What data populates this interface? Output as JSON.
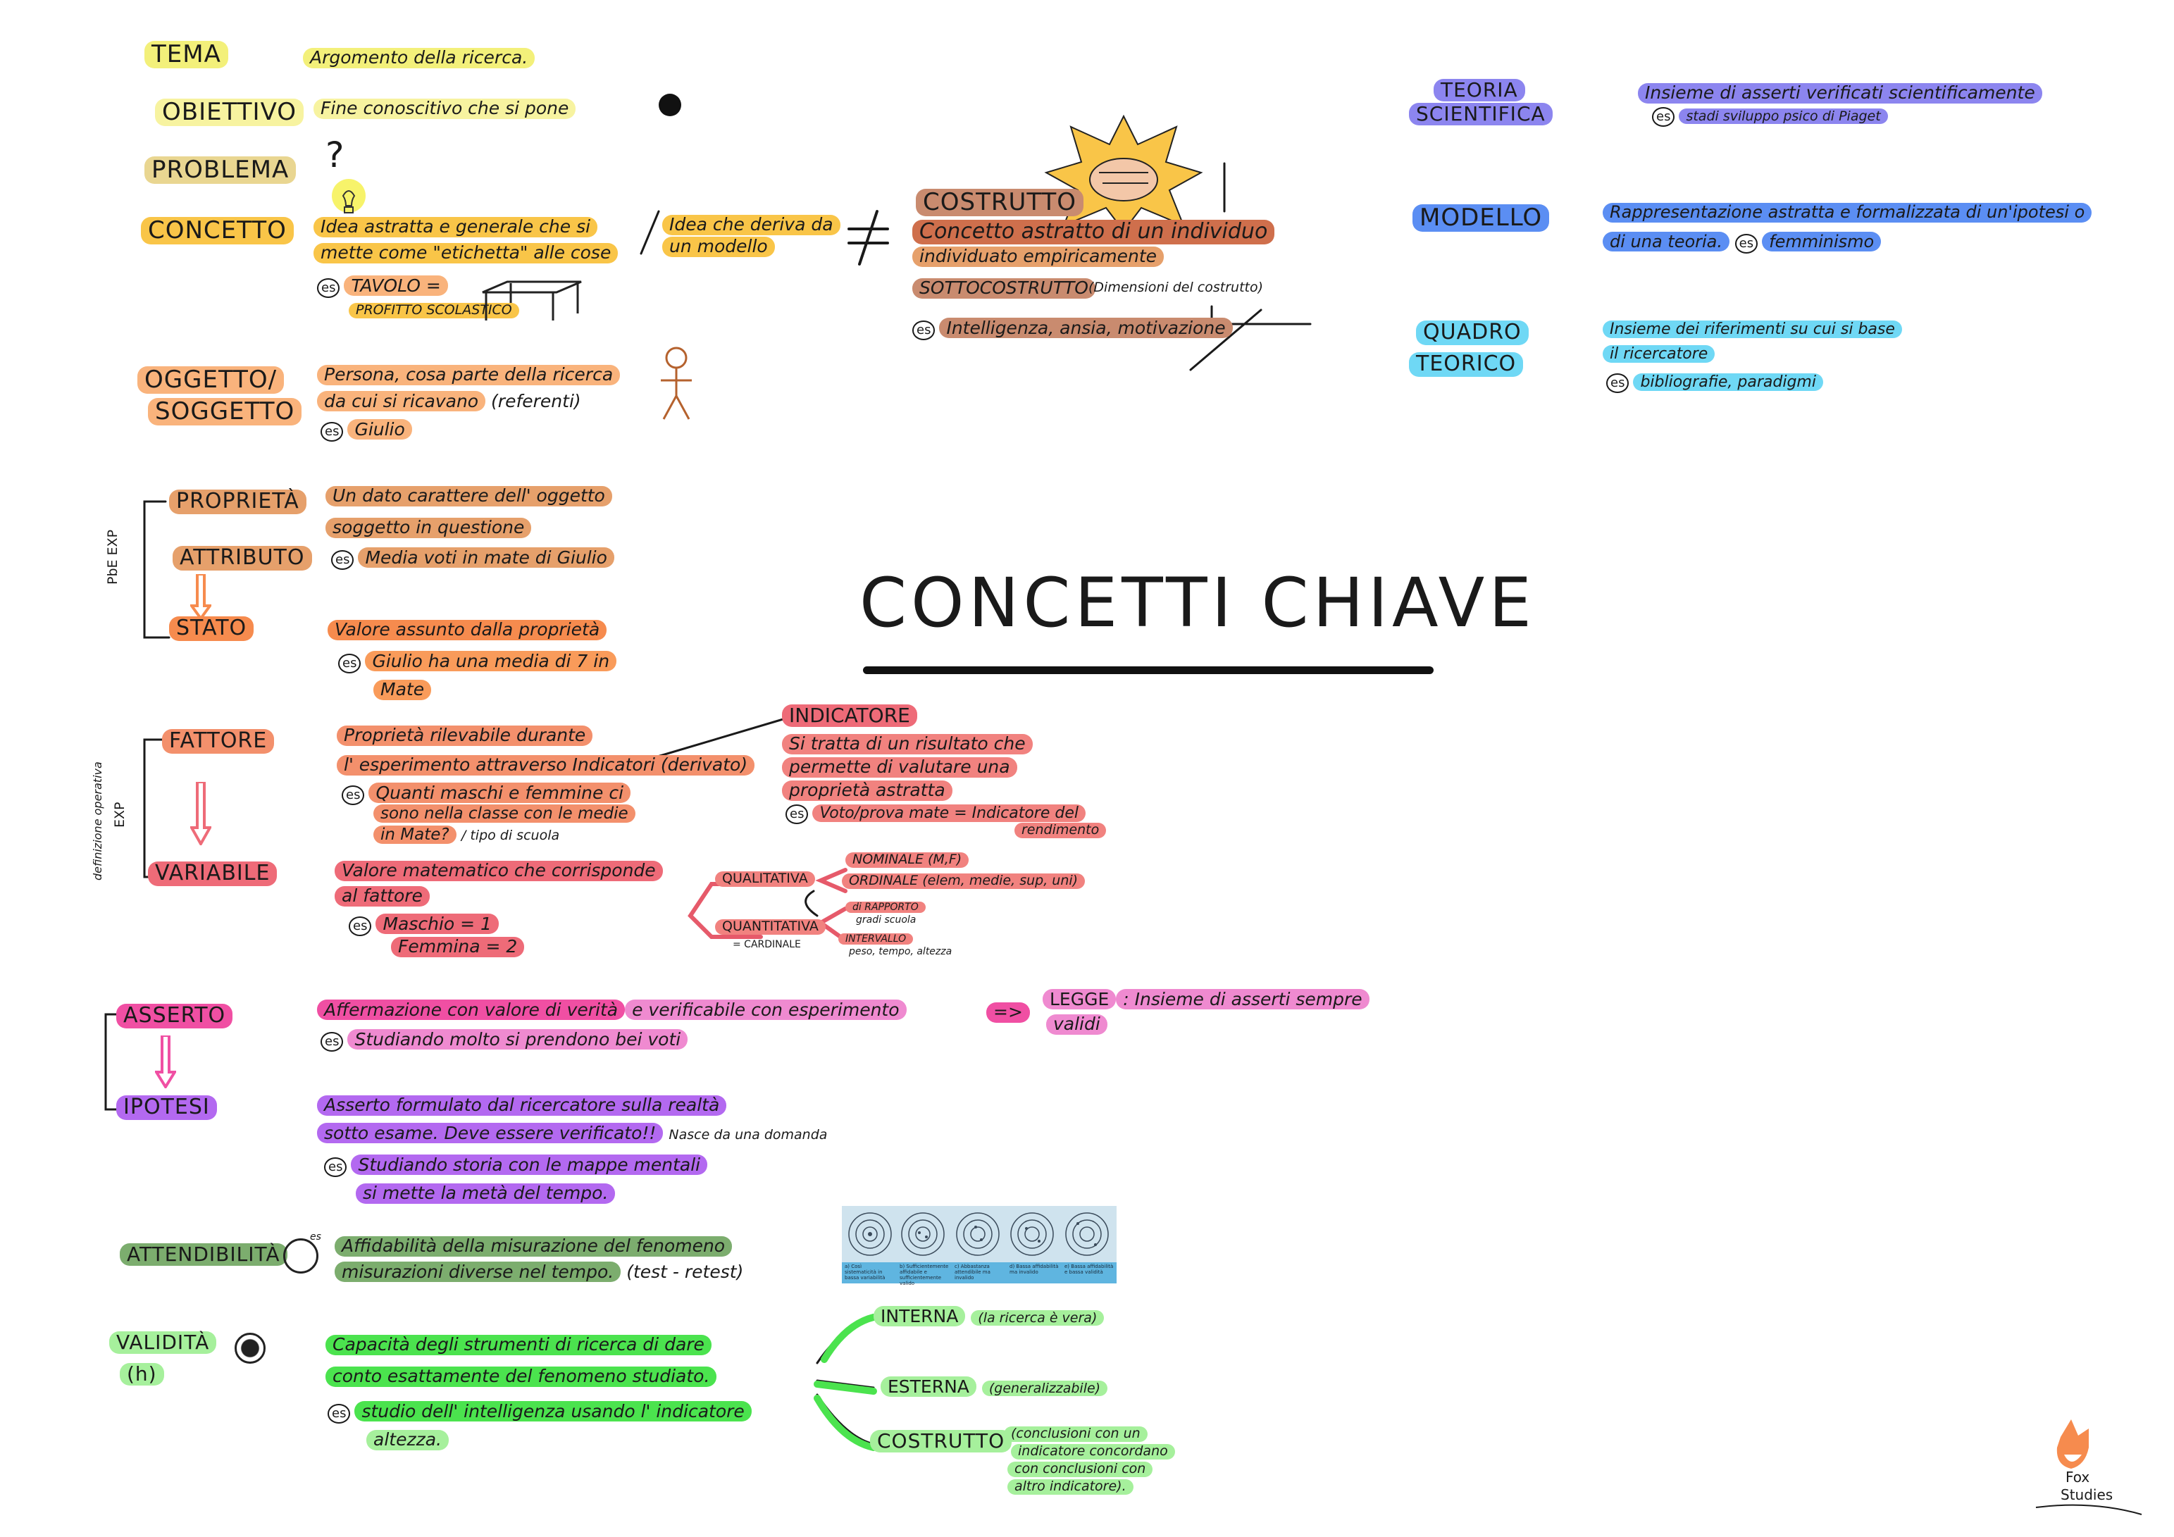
{
  "title": "CONCETTI CHIAVE",
  "colors": {
    "yellow": "#f3f07a",
    "light_yellow": "#f7f3a0",
    "khaki": "#e9d691",
    "amber": "#f9c548",
    "light_orange": "#f9b37c",
    "orange_dot": "#f99b5a",
    "peach": "#e6a06b",
    "brown": "#c98b6f",
    "terracotta": "#cf6f4c",
    "orange": "#f68b4e",
    "salmon": "#f3906c",
    "coral": "#f1827f",
    "red": "#ee6b78",
    "pink": "#f04fa3",
    "light_pink": "#ef8ad0",
    "purple": "#b369f0",
    "dark_green": "#7cad6e",
    "green": "#4be34e",
    "light_green": "#a6f09c",
    "indigo": "#8c85ef",
    "blue": "#5b8ef3",
    "cyan": "#6fd8f5"
  },
  "icons": [
    "lightbulb-icon",
    "question-mark-icon",
    "black-dot-icon",
    "fist-burst-icon",
    "table-doodle-icon",
    "stick-figure-icon",
    "arrow-down-icon",
    "atom-diagram-icon",
    "fox-logo-icon"
  ],
  "left": {
    "tema": {
      "label": "TEMA",
      "text": "Argomento della ricerca."
    },
    "obiettivo": {
      "label": "OBIETTIVO",
      "text": "Fine conoscitivo che si pone"
    },
    "problema": {
      "label": "PROBLEMA",
      "mark": "?"
    },
    "concetto": {
      "label": "CONCETTO",
      "text1": "Idea astratta e generale che si",
      "text2": "mette come \"etichetta\" alle cose",
      "es": "es",
      "example": "TAVOLO =",
      "example2": "PROFITTO SCOLASTICO",
      "side1": "Idea che deriva da",
      "side2": "un modello",
      "neq": "≠"
    },
    "costrutto": {
      "label": "COSTRUTTO",
      "text1": "Concetto astratto di un individuo",
      "text2": "individuato empiricamente",
      "sub_label": "SOTTOCOSTRUTTO",
      "sub_text": "(Dimensioni del costrutto)",
      "es": "es",
      "example": "Intelligenza, ansia, motivazione"
    },
    "oggetto": {
      "label1": "OGGETTO/",
      "label2": "SOGGETTO",
      "text1": "Persona, cosa parte della ricerca",
      "text2": "da cui si ricavano",
      "text2b": "(referenti)",
      "es": "es",
      "example": "Giulio"
    },
    "proprieta": {
      "side": "PbE EXP",
      "label": "PROPRIETÀ",
      "text1": "Un dato carattere dell' oggetto",
      "text2": "soggetto in questione",
      "es": "es",
      "example": "Media voti  in mate di Giulio"
    },
    "attributo": {
      "label": "ATTRIBUTO"
    },
    "stato": {
      "label": "STATO",
      "text": "Valore assunto dalla proprietà",
      "es": "es",
      "example1": "Giulio ha una media di 7 in",
      "example2": "Mate"
    },
    "fattore": {
      "side1": "definizione operativa",
      "side2": "EXP",
      "label": "FATTORE",
      "text1": "Proprietà rilevabile durante",
      "text2": "l' esperimento attraverso Indicatori (derivato)",
      "es": "es",
      "example1": "Quanti maschi e femmine ci",
      "example2": "sono nella classe con le medie",
      "example3": "in Mate?",
      "example3b": "/ tipo di scuola"
    },
    "variabile": {
      "label": "VARIABILE",
      "text1": "Valore matematico che corrisponde",
      "text2": "al fattore",
      "es": "es",
      "example1": "Maschio = 1",
      "example2": "Femmina = 2"
    },
    "indicatore": {
      "label": "INDICATORE",
      "text1": "Si tratta di un risultato che",
      "text2": "permette di valutare una",
      "text3": "proprietà astratta",
      "es": "es",
      "example1": "Voto/prova mate = Indicatore del",
      "example2": "rendimento"
    },
    "tree": {
      "qualitativa": "QUALITATIVA",
      "quantitativa": "QUANTITATIVA",
      "quant_sub": "= CARDINALE",
      "nominale": "NOMINALE (M,F)",
      "ordinale": "ORDINALE (elem, medie, sup, uni)",
      "rapporto": "di RAPPORTO",
      "rapporto_sub": "gradi scuola",
      "intervallo": "INTERVALLO",
      "intervallo_sub": "peso, tempo, altezza"
    },
    "asserto": {
      "label": "ASSERTO",
      "text": "Affermazione con valore di verità",
      "text_b": "e verificabile con esperimento",
      "arrow": "=>",
      "legge": "LEGGE",
      "legge_text": ": Insieme di asserti sempre",
      "legge_text2": "validi",
      "es": "es",
      "example": "Studiando molto si prendono bei voti"
    },
    "ipotesi": {
      "label": "IPOTESI",
      "text1": "Asserto formulato dal ricercatore sulla realtà",
      "text2": "sotto esame. Deve essere verificato!!",
      "text2b": "Nasce da una domanda",
      "es": "es",
      "example1": "Studiando storia con le mappe mentali",
      "example2": "si mette la metà del tempo."
    },
    "attendibilita": {
      "label": "ATTENDIBILITÀ",
      "sup": "es",
      "text1": "Affidabilità della misurazione del fenomeno",
      "text2": "misurazioni diverse nel tempo.",
      "text2b": "(test - retest)"
    },
    "validita": {
      "label1": "VALIDITÀ",
      "label2": "(h)",
      "text1": "Capacità degli strumenti di ricerca di  dare",
      "text2": "conto esattamente del fenomeno studiato.",
      "es": "es",
      "example1": "studio dell' intelligenza usando l' indicatore",
      "example2": "altezza.",
      "interna": "INTERNA",
      "interna_text": "(la ricerca è vera)",
      "esterna": "ESTERNA",
      "esterna_text": "(generalizzabile)",
      "costrutto": "COSTRUTTO",
      "costrutto_text1": "(conclusioni con un",
      "costrutto_text2": "indicatore concordano",
      "costrutto_text3": "con conclusioni con",
      "costrutto_text4": "altro indicatore)."
    }
  },
  "right": {
    "teoria": {
      "label1": "TEORIA",
      "label2": "SCIENTIFICA",
      "text1": "Insieme di asserti verificati scientificamente",
      "es": "es",
      "example": "stadi sviluppo psico di Piaget"
    },
    "modello": {
      "label": "MODELLO",
      "text1": "Rappresentazione astratta e formalizzata di un'ipotesi o",
      "text2": "di una teoria.",
      "es": "es",
      "example": "femminismo"
    },
    "quadro": {
      "label1": "QUADRO",
      "label2": "TEORICO",
      "text1": "Insieme dei riferimenti su cui si base",
      "text2": "il ricercatore",
      "es": "es",
      "example": "bibliografie, paradigmi"
    }
  },
  "atom_panel": {
    "captions": [
      "a) Così sistematicità in bassa variabilità",
      "b) Sufficientemente affidabile e sufficientemente valido",
      "c) Abbastanza attendibile ma invalido",
      "d) Bassa affidabilità ma invalido",
      "e) Bassa affidabilità e bassa validità"
    ]
  },
  "logo": {
    "line1": "Fox",
    "line2": "Studies"
  }
}
